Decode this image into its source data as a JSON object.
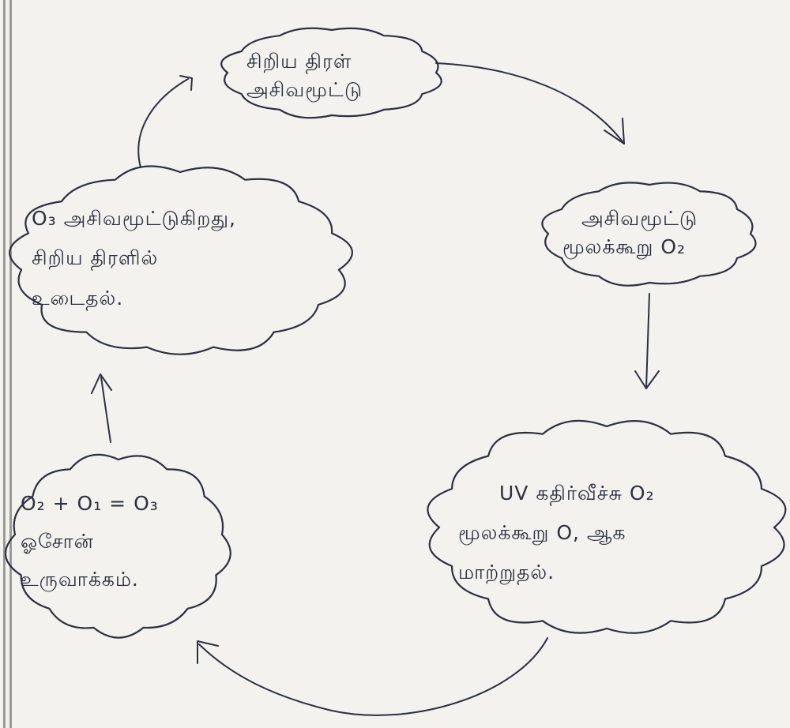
{
  "diagram": {
    "nodes": [
      {
        "id": "top",
        "lines": [
          "சிறிய திரள்",
          "அசிவமூட்டு"
        ]
      },
      {
        "id": "right-upper",
        "lines": [
          "அசிவமூட்டு",
          "மூலக்கூறு O₂"
        ]
      },
      {
        "id": "right-lower",
        "lines": [
          "UV கதிர்வீச்சு O₂",
          "மூலக்கூறு O, ஆக",
          "மாற்றுதல்."
        ]
      },
      {
        "id": "left-lower",
        "lines": [
          "O₂ + O₁ = O₃",
          "ஓசோன்",
          "உருவாக்கம்."
        ]
      },
      {
        "id": "left-upper",
        "lines": [
          "O₃ அசிவமூட்டுகிறது,",
          "சிறிய திரளில்",
          "உடைதல்."
        ]
      }
    ]
  },
  "colors": {
    "ink": "#2c3040",
    "paper": "#f3f2ee",
    "margin": "#9a9a97"
  }
}
